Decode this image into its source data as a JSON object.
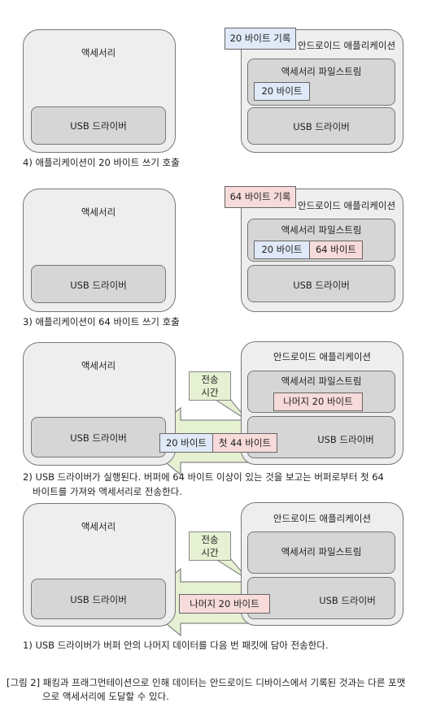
{
  "labels": {
    "accessory": "액세서리",
    "usb_driver": "USB 드라이버",
    "android_app": "안드로이드 애플리케이션",
    "file_stream": "액세서리 파일스트림",
    "transfer_time_1": "전송",
    "transfer_time_2": "시간"
  },
  "panel4": {
    "callout": "20 바이트 기록",
    "stream_block": "20 바이트",
    "caption": "4) 애플리케이션이 20 바이트 쓰기 호출"
  },
  "panel3": {
    "callout": "64 바이트 기록",
    "stream_block_a": "20 바이트",
    "stream_block_b": "64 바이트",
    "caption": "3) 애플리케이션이 64 바이트 쓰기 호출"
  },
  "panel2": {
    "stream_block": "나머지 20 바이트",
    "arrow_block_a": "20 바이트",
    "arrow_block_b": "첫 44 바이트",
    "caption_1": "2) USB 드라이버가 실행된다. 버퍼에 64 바이트 이상이 있는 것을 보고는 버퍼로부터 첫 64",
    "caption_2": "바이트를 가져와 액세서리로 전송한다."
  },
  "panel1": {
    "arrow_block": "나머지 20 바이트",
    "caption": "1) USB 드라이버가 버퍼 안의 나머지 데이터를 다음 번 패킷에 담아 전송한다."
  },
  "figure_caption": {
    "line1": "[그림 2] 패킹과 프래그먼테이션으로 인해 데이터는 안드로이드 디바이스에서 기록된 것과는 다른 포맷",
    "line2": "으로 액세서리에 도달할 수 있다."
  },
  "colors": {
    "box_fill": "#eeeeee",
    "inner_fill": "#d6d6d6",
    "blue_block": "#dfe9f7",
    "pink_block": "#f7dada",
    "green_arrow": "#e6f0d2"
  }
}
